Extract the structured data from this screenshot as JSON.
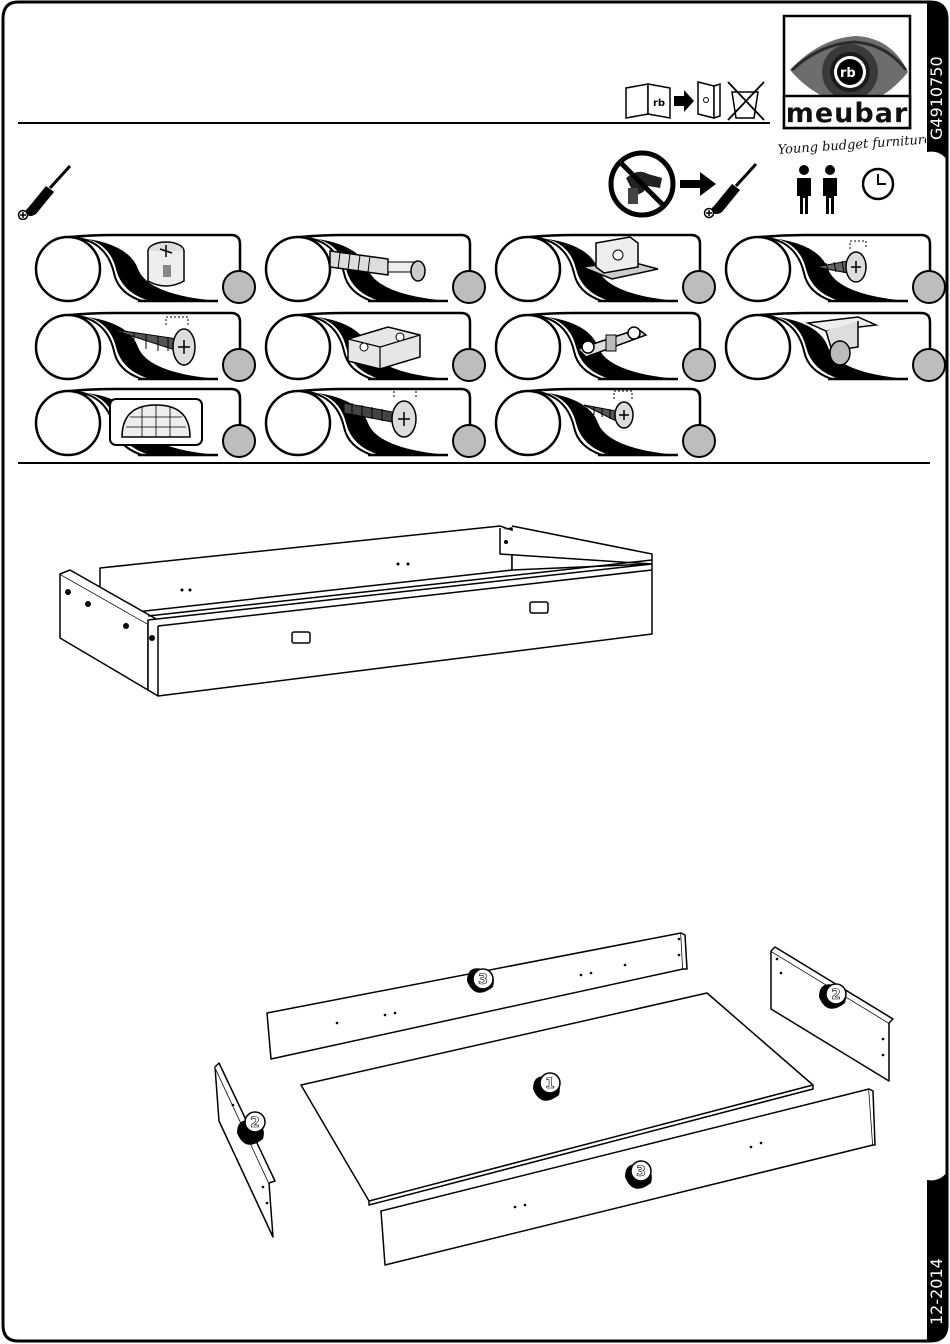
{
  "brand": {
    "name": "meubar",
    "logo_letters": "rb",
    "tagline": "Young budget furniture"
  },
  "document": {
    "product_code": "G4910750",
    "date_code": "12-2014"
  },
  "icons": {
    "manual": "manual-keep-icon",
    "no_recycle": "no-discard-icon",
    "screwdriver": "phillips-screwdriver-icon",
    "no_power_tool": "no-power-drill-icon",
    "people": "two-persons-icon",
    "time": "clock-icon"
  },
  "parts": [
    {
      "id": "cam-lock",
      "icon": "cam-lock-icon"
    },
    {
      "id": "connector-bolt",
      "icon": "connector-bolt-icon"
    },
    {
      "id": "shelf-bracket",
      "icon": "plastic-bracket-icon"
    },
    {
      "id": "short-screw",
      "icon": "short-screw-icon"
    },
    {
      "id": "long-screw",
      "icon": "long-screw-icon"
    },
    {
      "id": "corner-block",
      "icon": "corner-block-icon"
    },
    {
      "id": "drawer-clip",
      "icon": "drawer-clip-icon"
    },
    {
      "id": "caster",
      "icon": "caster-wheel-icon"
    },
    {
      "id": "handle",
      "icon": "drawer-handle-icon"
    },
    {
      "id": "flange-screw",
      "icon": "flange-screw-icon"
    },
    {
      "id": "small-screw",
      "icon": "small-screw-icon"
    }
  ],
  "panels": [
    {
      "num": "1"
    },
    {
      "num": "2"
    },
    {
      "num": "2"
    },
    {
      "num": "3"
    },
    {
      "num": "3"
    }
  ],
  "colors": {
    "ink": "#000000",
    "paper": "#ffffff",
    "badge": "#bdbdbd"
  }
}
